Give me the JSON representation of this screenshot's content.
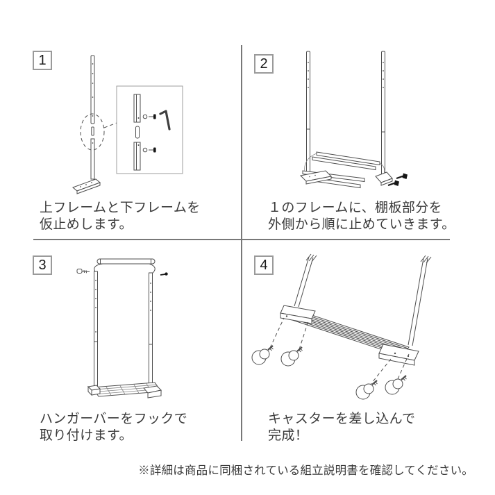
{
  "steps": [
    {
      "number": "1",
      "caption": [
        "上フレームと下フレームを",
        "仮止めします。"
      ],
      "illustration": "pole-frame-temporary-join-with-hex-wrench-detail"
    },
    {
      "number": "2",
      "caption": [
        "１のフレームに、棚板部分を",
        "外側から順に止めていきます。"
      ],
      "illustration": "two-frames-with-shelf-boards-and-screws"
    },
    {
      "number": "3",
      "caption": [
        "ハンガーバーをフックで",
        "取り付けます。"
      ],
      "illustration": "hanger-bar-hook-attachment"
    },
    {
      "number": "4",
      "caption": [
        "キャスターを差し込んで",
        "完成！"
      ],
      "illustration": "caster-wheels-insertion-into-base"
    }
  ],
  "footnote": "※詳細は商品に同梱されている組立説明書を確認してください。",
  "colors": {
    "background": "#ffffff",
    "line_art": "#4d4d4d",
    "divider": "#787878",
    "text": "#3a3a3a",
    "number_box_border": "#9a9a9a",
    "screw_fill": "#161616"
  }
}
